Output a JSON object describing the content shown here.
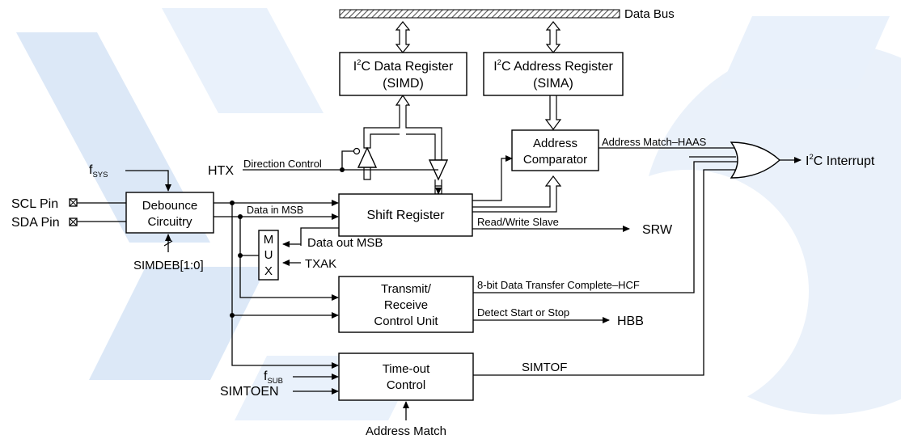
{
  "bus": {
    "label": "Data Bus"
  },
  "blocks": {
    "data_register": {
      "line1_sup": "2",
      "line1_rest": "C Data Register",
      "line2": "(SIMD)"
    },
    "address_register": {
      "line1_sup": "2",
      "line1_rest": "C Address Register",
      "line2": "(SIMA)"
    },
    "address_comparator": {
      "line1": "Address",
      "line2": "Comparator"
    },
    "debounce": {
      "line1": "Debounce",
      "line2": "Circuitry"
    },
    "shift_register": {
      "label": "Shift Register"
    },
    "mux": {
      "letters": [
        "M",
        "U",
        "X"
      ]
    },
    "transmit_receive": {
      "line1": "Transmit/",
      "line2": "Receive",
      "line3": "Control Unit"
    },
    "timeout": {
      "line1": "Time-out",
      "line2": "Control"
    }
  },
  "signals": {
    "fsys_main": "f",
    "fsys_sub": "SYS",
    "scl_pin": "SCL Pin",
    "sda_pin": "SDA Pin",
    "simdeb": "SIMDEB[1:0]",
    "htx": "HTX",
    "direction_control": "Direction Control",
    "data_in_msb": "Data in MSB",
    "data_out_msb": "Data out MSB",
    "txak": "TXAK",
    "address_match_haas": "Address Match–HAAS",
    "read_write_slave": "Read/Write Slave",
    "srw": "SRW",
    "hcf": "8-bit Data Transfer Complete–HCF",
    "detect_start_stop": "Detect Start or Stop",
    "hbb": "HBB",
    "simtof": "SIMTOF",
    "fsub_main": "f",
    "fsub_sub": "SUB",
    "simtoen": "SIMTOEN",
    "address_match": "Address Match",
    "interrupt_sup": "2",
    "interrupt_rest": "C Interrupt"
  },
  "colors": {
    "watermark": "#dce8f7",
    "ink": "#000000"
  }
}
